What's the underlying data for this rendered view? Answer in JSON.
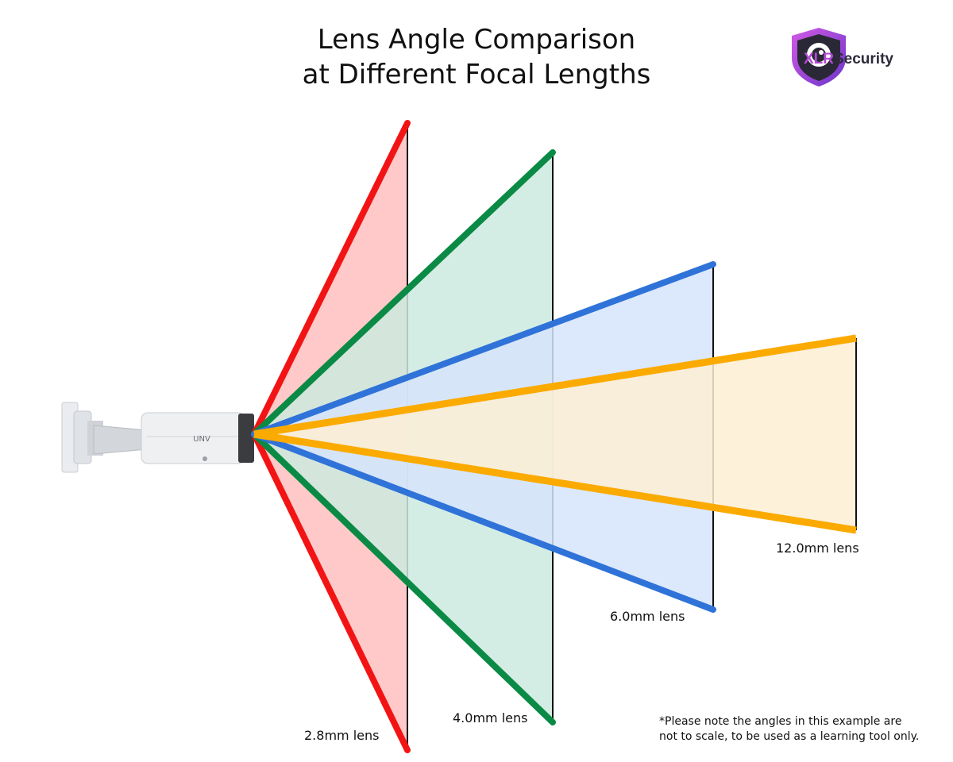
{
  "title": {
    "line1": "Lens Angle Comparison",
    "line2": "at Different Focal Lengths"
  },
  "brand": {
    "name_part1": "XLR",
    "name_part2": "Security",
    "logo_icon": "shield-camera-icon",
    "accent_color": "#b14bd6"
  },
  "lenses": [
    {
      "label": "2.8mm lens",
      "color": "#f21414",
      "fill": "#ffc9c9"
    },
    {
      "label": "4.0mm lens",
      "color": "#0a8a45",
      "fill": "#cdeadf"
    },
    {
      "label": "6.0mm lens",
      "color": "#2f73d9",
      "fill": "#d6e4fb"
    },
    {
      "label": "12.0mm lens",
      "color": "#fbaa00",
      "fill": "#fdefd3"
    }
  ],
  "camera": {
    "brand_mark": "UNV",
    "icon": "bullet-camera-icon"
  },
  "note": {
    "line1": "*Please note the angles in this example are",
    "line2": "not to scale, to be used as a learning tool only."
  }
}
